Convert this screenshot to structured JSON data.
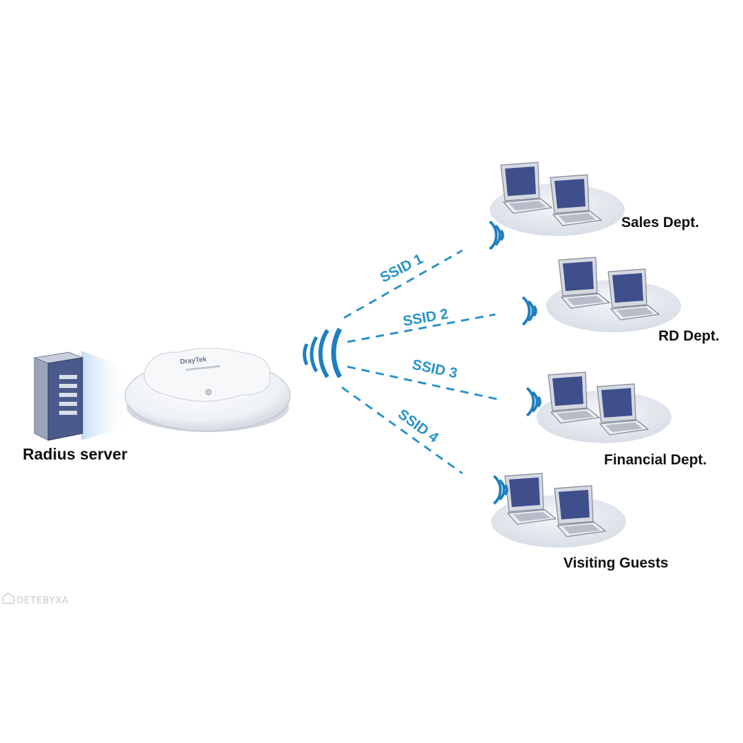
{
  "nodes": {
    "server": {
      "label": "Radius server"
    },
    "access_point": {
      "brand": "DrayTek"
    },
    "groups": [
      {
        "label": "Sales Dept.",
        "ssid": "SSID 1"
      },
      {
        "label": "RD Dept.",
        "ssid": "SSID 2"
      },
      {
        "label": "Financial Dept.",
        "ssid": "SSID 3"
      },
      {
        "label": "Visiting Guests",
        "ssid": "SSID 4"
      }
    ]
  },
  "watermark": "DETEBYXA",
  "colors": {
    "link": "#2a93c9",
    "signal": "#1f7fc0",
    "laptop_screen": "#3f4f8c",
    "server": "#4a5a8c",
    "platform": "#e7eaef"
  }
}
